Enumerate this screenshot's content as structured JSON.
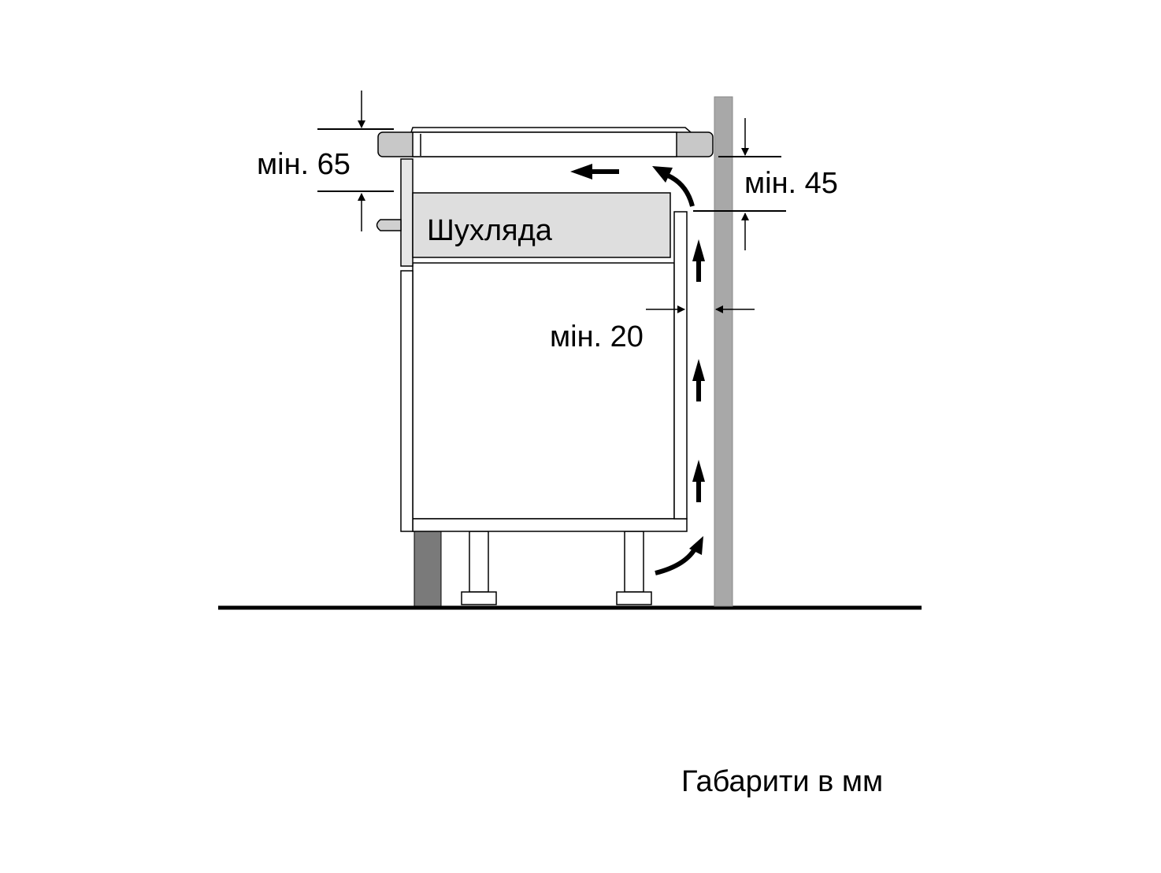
{
  "labels": {
    "min_65": "мін. 65",
    "min_45": "мін. 45",
    "min_20": "мін. 20",
    "drawer": "Шухляда",
    "units_note": "Габарити в мм"
  },
  "colors": {
    "line": "#000000",
    "wall": "#a8a8a8",
    "dark_plinth": "#7a7a7a",
    "drawer_fill": "#dedede",
    "hob_frame": "#c8c8c8",
    "background": "#ffffff"
  }
}
